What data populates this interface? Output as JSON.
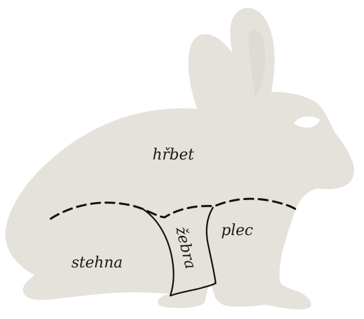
{
  "colors": {
    "silhouette": "#e4e2da",
    "inner_ear": "#dddbd2",
    "eye": "#ffffff",
    "lines": "#111111",
    "text": "#1a1a1a"
  },
  "labels": {
    "back": "hřbet",
    "shoulder": "plec",
    "ribs": "žebra",
    "legs": "stehna"
  }
}
